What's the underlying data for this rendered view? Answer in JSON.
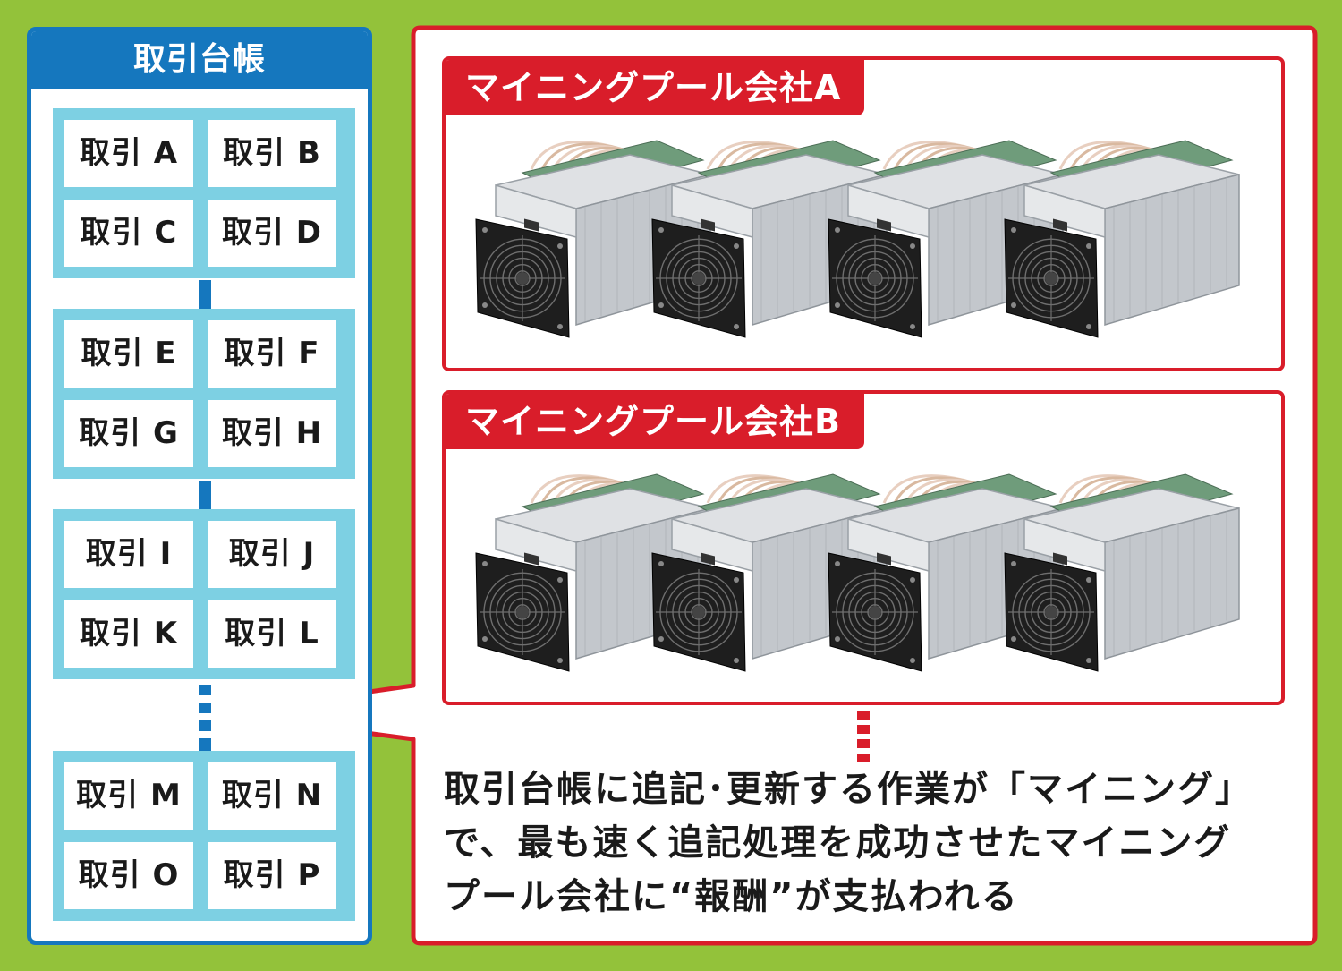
{
  "ledger": {
    "title": "取引台帳",
    "blocks": [
      [
        "取引 A",
        "取引 B",
        "取引 C",
        "取引 D"
      ],
      [
        "取引 E",
        "取引 F",
        "取引 G",
        "取引 H"
      ],
      [
        "取引 I",
        "取引 J",
        "取引 K",
        "取引 L"
      ],
      [
        "取引 M",
        "取引 N",
        "取引 O",
        "取引 P"
      ]
    ]
  },
  "pools": [
    {
      "label": "マイニングプール会社A",
      "miner_count": 4
    },
    {
      "label": "マイニングプール会社B",
      "miner_count": 4
    }
  ],
  "caption": {
    "lines": [
      "取引台帳に追記･更新する作業が「マイニング」",
      "で、最も速く追記処理を成功させたマイニング",
      "プール会社に“報酬”が支払われる"
    ]
  },
  "colors": {
    "background": "#93c23a",
    "ledger_blue": "#1577be",
    "block_cyan": "#7dd0e3",
    "pool_red": "#d91d2a"
  }
}
